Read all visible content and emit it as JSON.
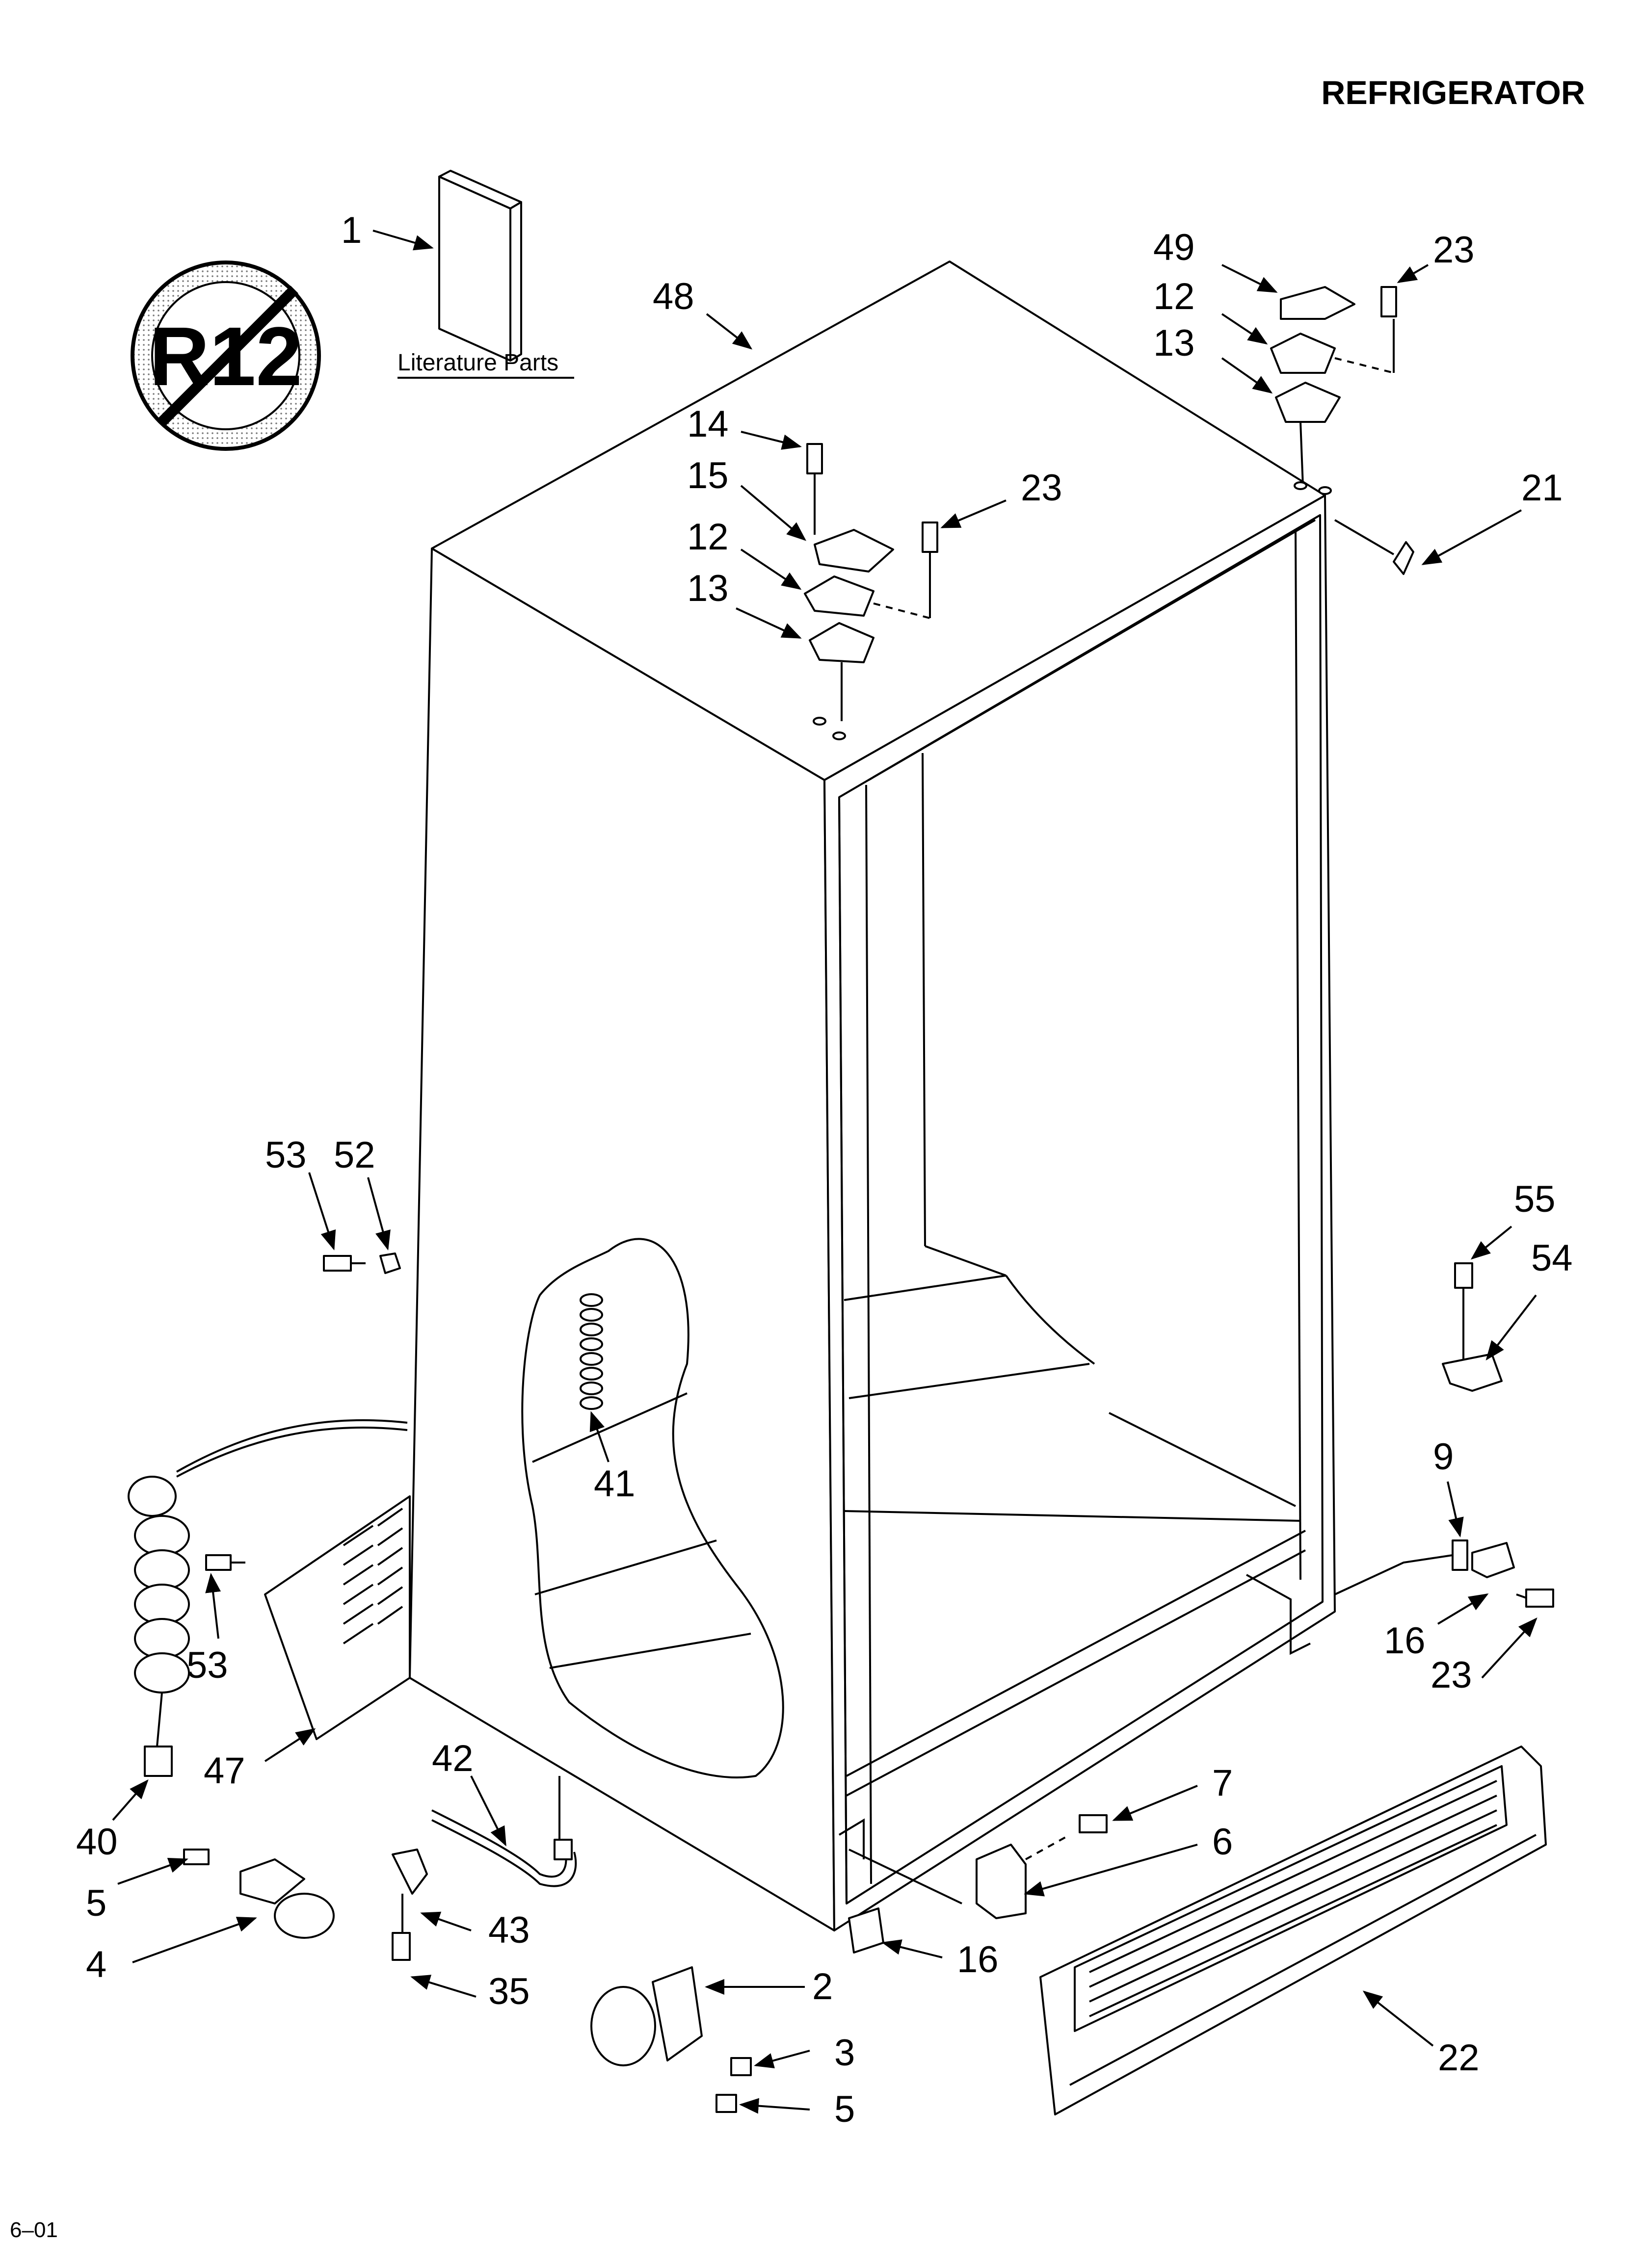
{
  "header": {
    "title": "REFRIGERATOR"
  },
  "literature": {
    "label": "Literature Parts"
  },
  "badge": {
    "text": "R12"
  },
  "footer": {
    "code": "6–01"
  },
  "callouts": [
    "1",
    "48",
    "49",
    "23",
    "12",
    "13",
    "14",
    "15",
    "23",
    "12",
    "13",
    "21",
    "53",
    "52",
    "55",
    "54",
    "9",
    "41",
    "53",
    "16",
    "23",
    "47",
    "40",
    "42",
    "7",
    "6",
    "5",
    "43",
    "4",
    "16",
    "35",
    "2",
    "3",
    "5",
    "22"
  ]
}
